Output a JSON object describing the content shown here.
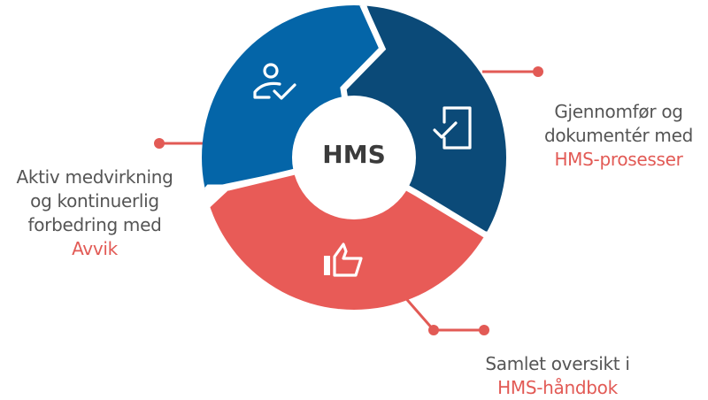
{
  "center": {
    "title": "HMS"
  },
  "colors": {
    "segment_blue": "#0465a8",
    "segment_dark_blue": "#0b4a78",
    "segment_red": "#e85b57",
    "connector": "#e25a55",
    "text": "#555555",
    "accent_text": "#e25a55"
  },
  "segments": [
    {
      "id": "avvik",
      "icon": "person-check-icon",
      "color": "#0465a8"
    },
    {
      "id": "prosesser",
      "icon": "tablet-check-icon",
      "color": "#0b4a78"
    },
    {
      "id": "handbok",
      "icon": "thumbs-up-icon",
      "color": "#e85b57"
    }
  ],
  "labels": {
    "left": {
      "lines": [
        "Aktiv medvirkning",
        "og kontinuerlig",
        "forbedring med"
      ],
      "accent": "Avvik"
    },
    "right": {
      "lines": [
        "Gjennomfør og",
        "dokumentér med"
      ],
      "accent": "HMS-prosesser"
    },
    "bottom": {
      "lines": [
        "Samlet oversikt i"
      ],
      "accent": "HMS-håndbok"
    }
  }
}
